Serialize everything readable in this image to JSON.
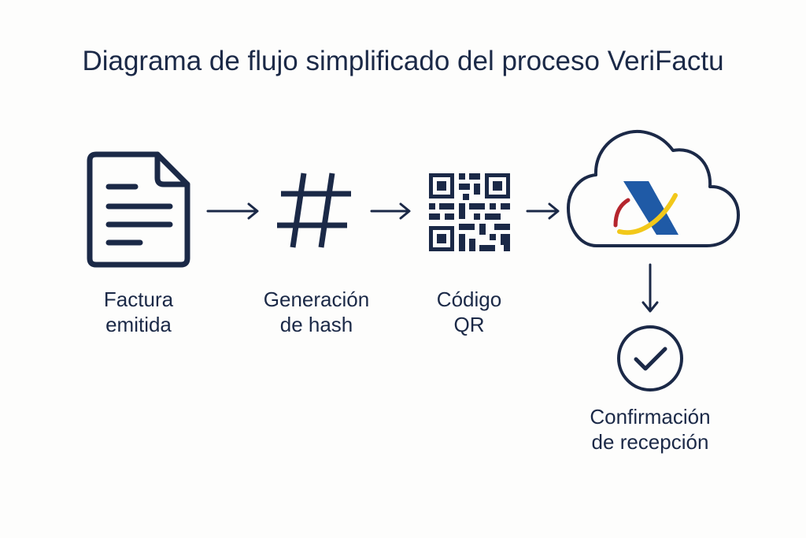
{
  "title": "Diagrama de flujo simplificado del proceso VeriFactu",
  "nodes": [
    {
      "id": "factura",
      "icon": "document-icon",
      "lines": [
        "Factura",
        "emitida"
      ]
    },
    {
      "id": "hash",
      "icon": "hash-icon",
      "lines": [
        "Generación",
        "de hash"
      ]
    },
    {
      "id": "qr",
      "icon": "qr-code-icon",
      "lines": [
        "Código",
        "QR"
      ]
    },
    {
      "id": "aeat",
      "icon": "cloud-agency-logo-icon",
      "lines": []
    },
    {
      "id": "confirmacion",
      "icon": "check-circle-icon",
      "lines": [
        "Confirmación",
        "de recepción"
      ]
    }
  ],
  "edges": [
    {
      "from": "factura",
      "to": "hash"
    },
    {
      "from": "hash",
      "to": "qr"
    },
    {
      "from": "qr",
      "to": "aeat"
    },
    {
      "from": "aeat",
      "to": "confirmacion"
    }
  ],
  "colors": {
    "ink": "#1b2947",
    "logo_blue": "#1f5aa6",
    "logo_yellow": "#f2c81a",
    "logo_red": "#b5252d",
    "background": "#fdfdfc"
  }
}
